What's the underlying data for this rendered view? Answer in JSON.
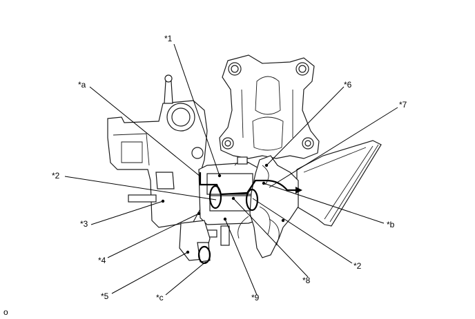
{
  "callouts": {
    "c1": "*1",
    "ca": "*a",
    "c6": "*6",
    "c7": "*7",
    "c2_left": "*2",
    "c3": "*3",
    "cb": "*b",
    "c4": "*4",
    "c2_right": "*2",
    "c8": "*8",
    "c5": "*5",
    "cc": "*c",
    "c9": "*9"
  },
  "corner_mark": "o"
}
